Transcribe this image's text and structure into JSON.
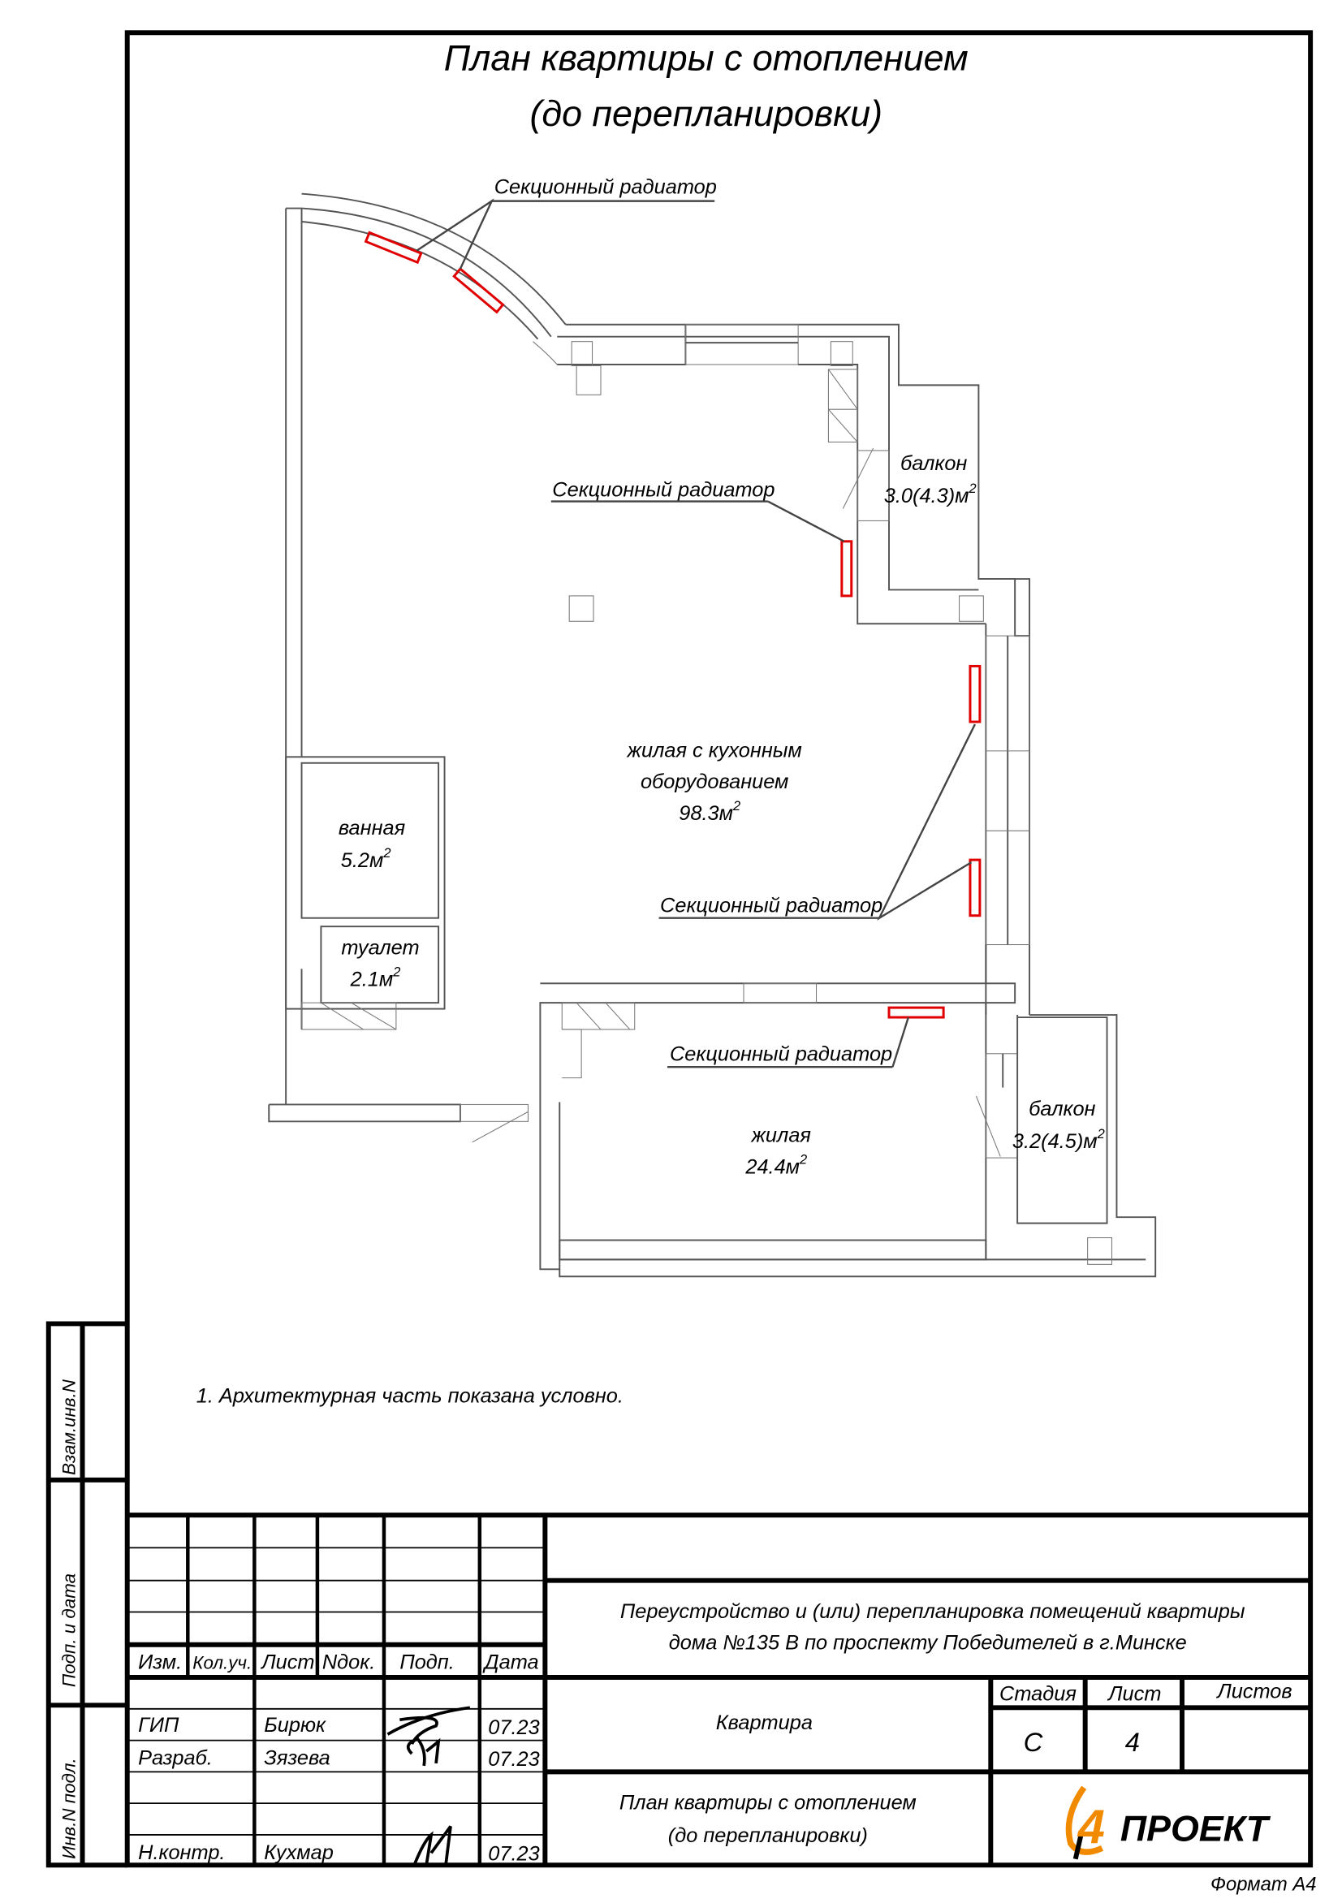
{
  "title": {
    "line1": "План квартиры с отоплением",
    "line2": "(до перепланировки)"
  },
  "labels": {
    "radiator": "Секционный радиатор"
  },
  "rooms": {
    "living_kitchen": {
      "name1": "жилая с кухонным",
      "name2": "оборудованием",
      "area": "98.3м",
      "sup": "2"
    },
    "bath": {
      "name": "ванная",
      "area": "5.2м",
      "sup": "2"
    },
    "toilet": {
      "name": "туалет",
      "area": "2.1м",
      "sup": "2"
    },
    "balcony1": {
      "name": "балкон",
      "area": "3.0(4.3)м",
      "sup": "2"
    },
    "balcony2": {
      "name": "балкон",
      "area": "3.2(4.5)м",
      "sup": "2"
    },
    "living": {
      "name": "жилая",
      "area": "24.4м",
      "sup": "2"
    }
  },
  "note": "1. Архитектурная часть показана условно.",
  "side_stamp": {
    "a": "Взам.инв.N",
    "b": "Подп. и дата",
    "c": "Инв.N подл."
  },
  "title_block": {
    "headers": [
      "Изм.",
      "Кол.уч.",
      "Лист",
      "Nдок.",
      "Подп.",
      "Дата"
    ],
    "people": [
      {
        "role": "ГИП",
        "name": "Бирюк",
        "date": "07.23"
      },
      {
        "role": "Разраб.",
        "name": "Зязева",
        "date": "07.23"
      },
      {
        "role": "Н.контр.",
        "name": "Кухмар",
        "date": "07.23"
      }
    ],
    "project_line1": "Переустройство и (или) перепланировка помещений квартиры",
    "project_line2": "дома №135 В по проспекту Победителей в г.Минске",
    "object": "Квартира",
    "sheet_title1": "План квартиры с отоплением",
    "sheet_title2": "(до перепланировки)",
    "stage_label": "Стадия",
    "sheet_label": "Лист",
    "sheets_label": "Листов",
    "stage": "С",
    "sheet": "4",
    "sheets": "",
    "logo_digit": "4",
    "logo_text": "ПРОЕКТ",
    "format": "Формат А4"
  },
  "colors": {
    "radiator": "#e00000",
    "logo_orange": "#f28a00"
  }
}
